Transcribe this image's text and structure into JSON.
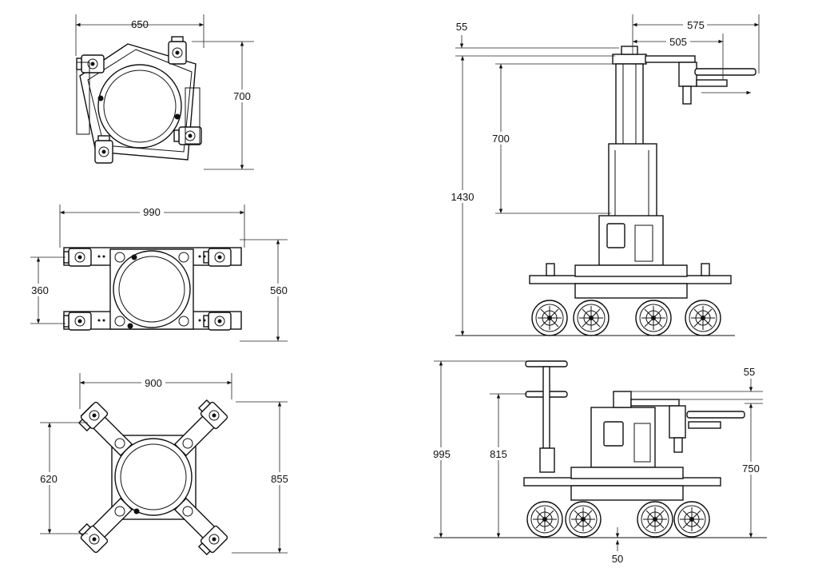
{
  "top_views": {
    "view1": {
      "width": "650",
      "depth": "700"
    },
    "view2": {
      "width": "990",
      "inner": "360",
      "depth": "560"
    },
    "view3": {
      "width": "900",
      "inner": "620",
      "depth": "855"
    }
  },
  "side_view_tall": {
    "offset_top": "55",
    "arm_outer": "575",
    "arm_inner": "505",
    "column": "700",
    "total_height": "1430"
  },
  "side_view_low": {
    "total_height": "995",
    "seat": "815",
    "arm_top": "55",
    "arm_height": "750",
    "ground": "50"
  }
}
